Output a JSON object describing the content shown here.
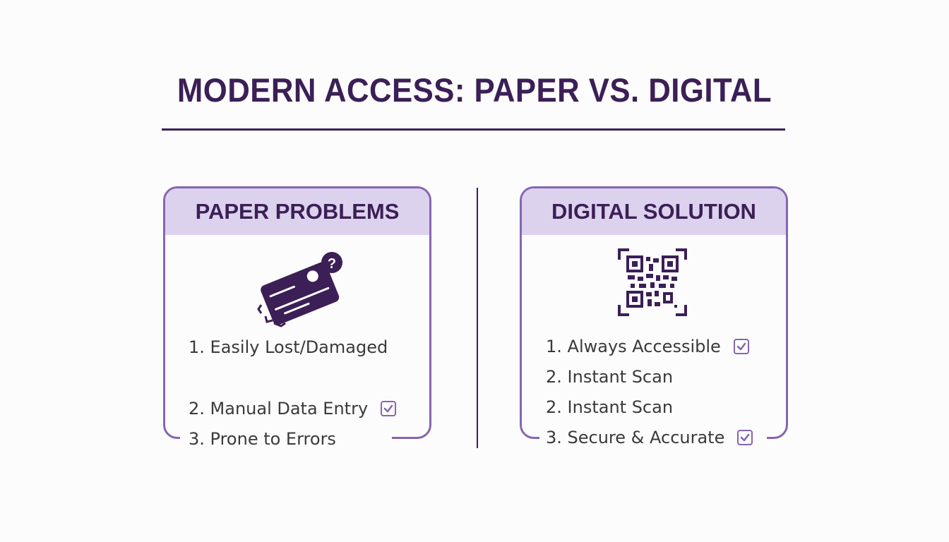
{
  "title": "MODERN ACCESS: PAPER VS. DIGITAL",
  "colors": {
    "primary": "#3b1f56",
    "accent": "#8565b3",
    "header_fill": "#ddd2ee",
    "text": "#3a3a3a"
  },
  "left_card": {
    "heading": "PAPER PROBLEMS",
    "icon": "lost-card-icon",
    "items": [
      {
        "label": "1. Easily Lost/Damaged",
        "checked": false
      },
      {
        "label": "2. Manual Data Entry",
        "checked": true
      },
      {
        "label": "3. Prone to Errors",
        "checked": false
      }
    ]
  },
  "right_card": {
    "heading": "DIGITAL SOLUTION",
    "icon": "qr-code-icon",
    "items": [
      {
        "label": "1. Always Accessible",
        "checked": true
      },
      {
        "label": "2. Instant Scan",
        "checked": false
      },
      {
        "label": "2. Instant Scan",
        "checked": false
      },
      {
        "label": "3. Secure & Accurate",
        "checked": true
      }
    ]
  }
}
